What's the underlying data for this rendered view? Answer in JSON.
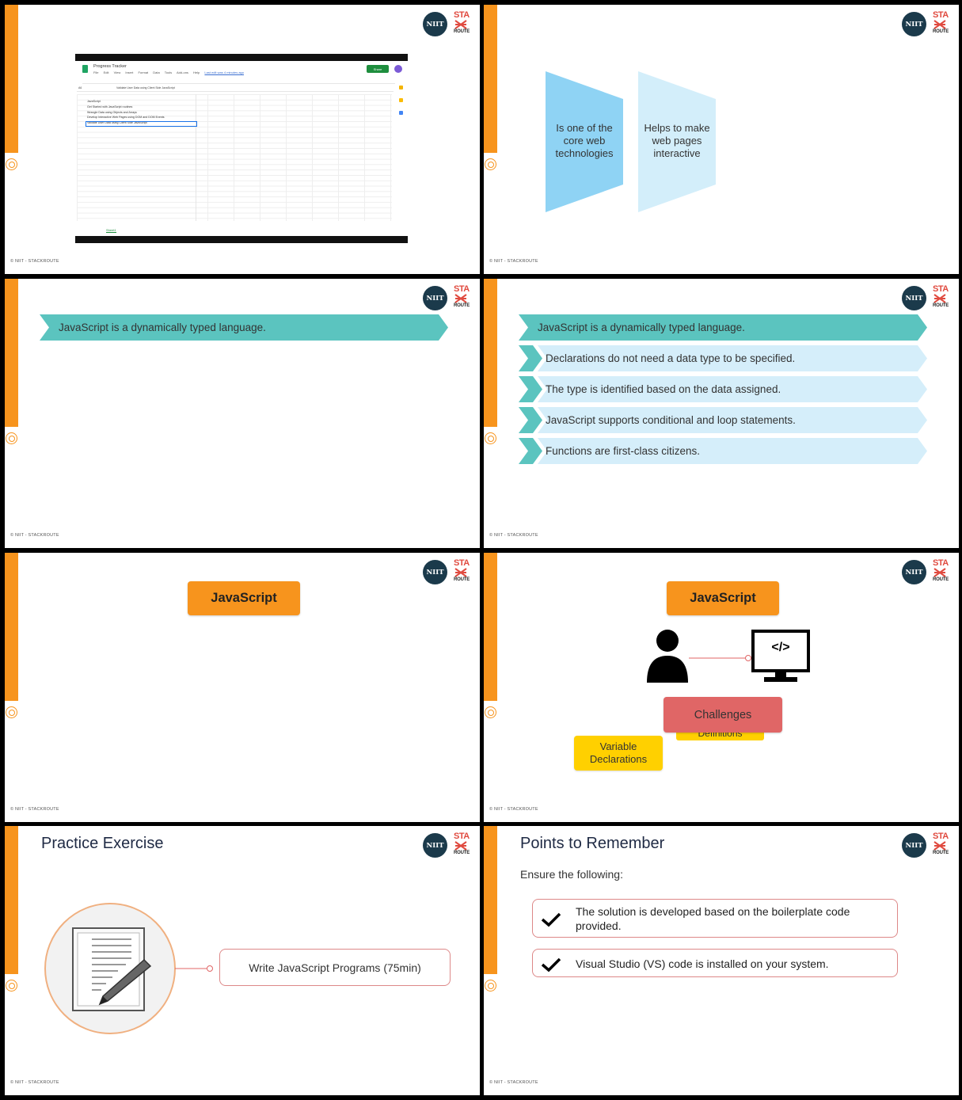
{
  "common": {
    "copyright": "© NIIT - STACKROUTE",
    "logo_niit": "NIIT",
    "logo_sta": "STA",
    "logo_route": "ROUTE",
    "accent": "#f7941d"
  },
  "slide1": {
    "doc_title": "Progress Tracker",
    "menu": [
      "File",
      "Edit",
      "View",
      "Insert",
      "Format",
      "Data",
      "Tools",
      "Add-ons",
      "Help"
    ],
    "last_edit": "Last edit was 4 minutes ago",
    "share": "Share",
    "cell_ref": "A6",
    "formula": "Validate User Data using Client Side JavaScript",
    "rows": [
      "JavaScript",
      "Get Started with JavaScript routines",
      "Wrangle Data using Objects and Arrays",
      "Develop Interactive Web Pages using DOM and DOM Events",
      "Validate User Data using Client Side JavaScript"
    ],
    "sheet_tab": "Sheet1"
  },
  "slide2": {
    "left_text": "Is one of the core web technologies",
    "right_text": "Helps to make web pages interactive"
  },
  "slide3": {
    "banner": "JavaScript is a dynamically typed language."
  },
  "slide4": {
    "main": "JavaScript is a dynamically typed language.",
    "items": [
      "Declarations do not need a data type to be specified.",
      "The type is identified based on the data assigned.",
      "JavaScript supports conditional and loop statements.",
      "Functions are first-class citizens."
    ]
  },
  "slide5": {
    "label": "JavaScript"
  },
  "slide6": {
    "label": "JavaScript",
    "code_glyph": "</>",
    "challenges": "Challenges",
    "definitions": "Definitions",
    "variable_declarations": "Variable Declarations"
  },
  "slide7": {
    "title": "Practice Exercise",
    "exercise": "Write JavaScript Programs (75min)"
  },
  "slide8": {
    "title": "Points to Remember",
    "intro": "Ensure the following:",
    "points": [
      "The solution is developed based on the boilerplate code provided.",
      "Visual Studio (VS) code is installed on your system."
    ]
  }
}
